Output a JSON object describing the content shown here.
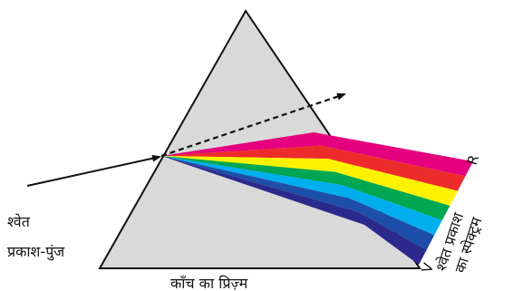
{
  "labels": {
    "incident_line1": "श्वेत",
    "incident_line2": "प्रकाश-पुंज",
    "prism": "काँच का प्रिज़्म",
    "spectrum_line1": "श्वेत प्रकाश",
    "spectrum_line2": "का स्पेक्ट्रम",
    "red_end": "R",
    "violet_end": "V"
  },
  "spectrum_bands": [
    {
      "name": "red-magenta",
      "color": "#E4007E"
    },
    {
      "name": "red",
      "color": "#EE2B2B"
    },
    {
      "name": "yellow",
      "color": "#FFF200"
    },
    {
      "name": "green",
      "color": "#00A651"
    },
    {
      "name": "cyan",
      "color": "#00AEEF"
    },
    {
      "name": "blue",
      "color": "#1E4FA8"
    },
    {
      "name": "violet",
      "color": "#2B2A8C"
    }
  ],
  "colors": {
    "prism_fill": "#D9D9D9",
    "outline": "#111111"
  }
}
